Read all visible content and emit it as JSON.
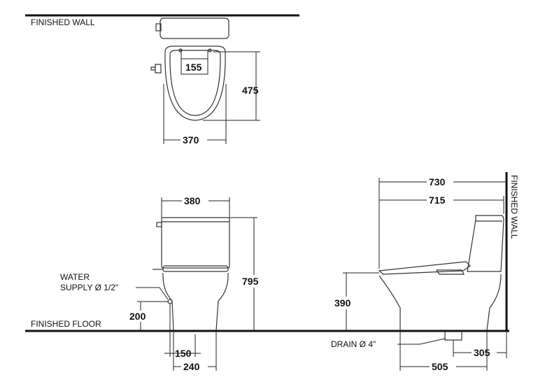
{
  "labels": {
    "finished_wall_top": "FINISHED WALL",
    "finished_wall_side": "FINISHED WALL",
    "finished_floor": "FINISHED FLOOR",
    "water_supply_line1": "WATER",
    "water_supply_line2": "SUPPLY Ø 1/2\"",
    "drain": "DRAIN Ø 4\""
  },
  "dimensions": {
    "seat_hole_spacing": "155",
    "bowl_depth_top": "475",
    "bowl_width_top": "370",
    "tank_width_front": "380",
    "total_height": "795",
    "supply_height": "200",
    "supply_offset": "150",
    "base_width": "240",
    "total_depth": "730",
    "depth_to_seat": "715",
    "seat_height": "390",
    "rough_in": "305",
    "base_depth": "505"
  }
}
